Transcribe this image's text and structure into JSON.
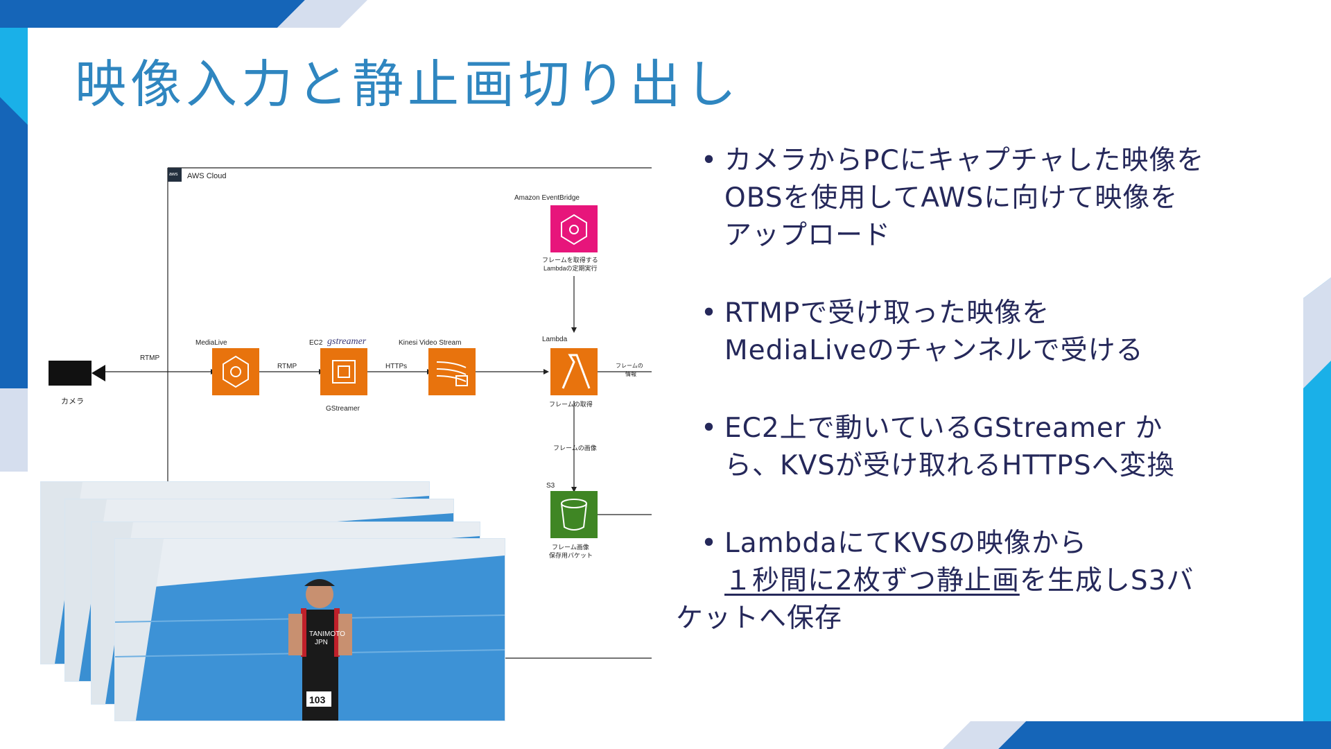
{
  "title": "映像入力と静止画切り出し",
  "colors": {
    "title": "#2f86c0",
    "text": "#25285a",
    "accent_dark": "#1565b8",
    "accent_light": "#1ab0e8",
    "aws_orange": "#e8730d",
    "aws_pink": "#e7157b",
    "aws_green": "#3f8624"
  },
  "bullets": [
    {
      "lines": [
        "カメラからPCにキャプチャした映像を",
        "OBSを使用してAWSに向けて映像を",
        "アップロード"
      ]
    },
    {
      "lines": [
        "RTMPで受け取った映像を",
        "MediaLiveのチャンネルで受ける"
      ]
    },
    {
      "lines": [
        "EC2上で動いているGStreamer か",
        "ら、KVSが受け取れるHTTPSへ変換"
      ]
    },
    {
      "line1": "LambdaにてKVSの映像から",
      "underlined": "１秒間に2枚ずつ静止画",
      "line2_rest": "を生成しS3バ",
      "line3": "ケットへ保存"
    }
  ],
  "diagram": {
    "aws_badge": "aws",
    "cloud_label": "AWS Cloud",
    "camera_label": "カメラ",
    "rtmp_1": "RTMP",
    "rtmp_2": "RTMP",
    "https": "HTTPs",
    "medialive": "MediaLive",
    "ec2": "EC2",
    "gstreamer_logo": "gstreamer",
    "gstreamer_label": "GStreamer",
    "kinesis": "Kinesi Video Stream",
    "eventbridge": "Amazon EventBridge",
    "eventbridge_note1": "フレームを取得する",
    "eventbridge_note2": "Lambdaの定期実行",
    "lambda": "Lambda",
    "lambda_note": "フレームの取得",
    "frame_info1": "フレームの",
    "frame_info2": "情報",
    "frame_image": "フレームの画像",
    "s3": "S3",
    "s3_note1": "フレーム画像",
    "s3_note2": "保存用バケット"
  },
  "photo": {
    "bib_name1": "TANIMOTO",
    "bib_name2": "JPN",
    "bib_number": "103"
  }
}
